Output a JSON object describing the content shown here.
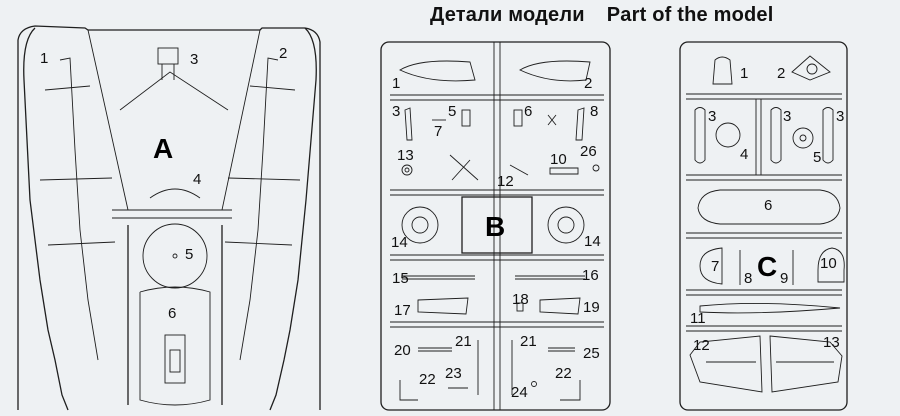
{
  "heading": {
    "russian": "Детали модели",
    "english": "Part of the model"
  },
  "sprues": {
    "A": {
      "letter": "A",
      "parts": [
        "1",
        "2",
        "3",
        "4",
        "5",
        "6"
      ]
    },
    "B": {
      "letter": "B",
      "parts": [
        "1",
        "2",
        "3",
        "5",
        "7",
        "6",
        "8",
        "13",
        "10",
        "26",
        "12",
        "14",
        "14",
        "15",
        "16",
        "17",
        "18",
        "19",
        "20",
        "21",
        "21",
        "25",
        "22",
        "23",
        "24",
        "22"
      ]
    },
    "C": {
      "letter": "C",
      "parts": [
        "1",
        "2",
        "3",
        "4",
        "3",
        "3",
        "5",
        "6",
        "7",
        "8",
        "9",
        "10",
        "11",
        "12",
        "13"
      ]
    }
  }
}
